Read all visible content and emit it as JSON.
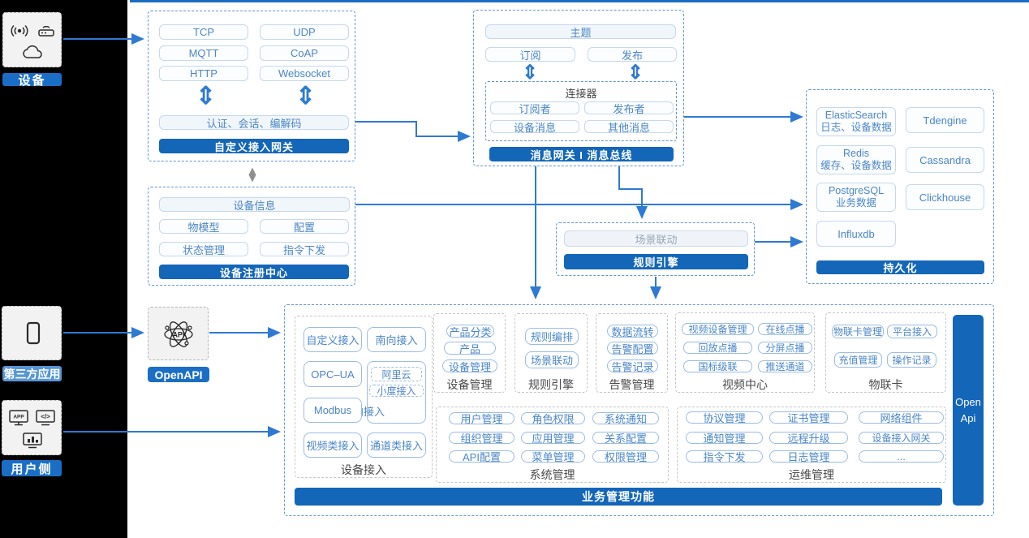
{
  "colors": {
    "accent_blue": "#1366b8",
    "arrow_blue": "#2e7ad2",
    "chip_text_blue": "#4c86c6",
    "light_label_blue": "#5796d6",
    "panel_bg": "#ffffff",
    "rail_bg": "#000000"
  },
  "left_rail": {
    "groups": [
      {
        "label": "设备",
        "icons": [
          "broadcast-icon",
          "router-icon",
          "cloud-icon"
        ]
      },
      {
        "label": "第三方应用",
        "icons": [
          "phone-icon"
        ]
      },
      {
        "label": "用户侧",
        "icons": [
          "app-icon",
          "code-icon",
          "dashboard-icon"
        ]
      }
    ]
  },
  "custom_gateway": {
    "protocols": [
      "TCP",
      "UDP",
      "MQTT",
      "CoAP",
      "HTTP",
      "Websocket"
    ],
    "auth_layer": "认证、会话、编解码",
    "title": "自定义接入网关"
  },
  "device_registry": {
    "device_info": "设备信息",
    "items": [
      "物模型",
      "配置",
      "状态管理",
      "指令下发"
    ],
    "title": "设备注册中心"
  },
  "message_bus": {
    "topic": "主题",
    "subscribe": "订阅",
    "publish": "发布",
    "connector": {
      "title": "连接器",
      "items": [
        "订阅者",
        "发布者",
        "设备消息",
        "其他消息"
      ]
    },
    "title": "消息网关 I 消息总线"
  },
  "persistence": {
    "stores_left": [
      {
        "name": "ElasticSearch",
        "desc": "日志、设备数据"
      },
      {
        "name": "Redis",
        "desc": "缓存、设备数据"
      },
      {
        "name": "PostgreSQL",
        "desc": "业务数据"
      },
      {
        "name": "Influxdb",
        "desc": ""
      }
    ],
    "stores_right": [
      "Tdengine",
      "Cassandra",
      "Clickhouse"
    ],
    "title": "持久化"
  },
  "rule_engine": {
    "scene_linkage": "场景联动",
    "title": "规则引擎"
  },
  "open_api": {
    "label": "OpenAPI",
    "icon": "api-atom-icon"
  },
  "business": {
    "title": "业务管理功能",
    "open_api_bar": {
      "line1": "Open",
      "line2": "Api"
    },
    "device_access": {
      "label": "设备接入",
      "row1": [
        "自定义接入",
        "南向接入"
      ],
      "opc": "OPC–UA",
      "modbus": "Modbus",
      "north": {
        "label": "北向接入",
        "items": [
          "阿里云",
          "小度接入"
        ]
      },
      "row4": [
        "视频类接入",
        "通道类接入"
      ]
    },
    "modules": [
      {
        "label": "设备管理",
        "items": [
          "产品分类",
          "产品",
          "设备管理"
        ]
      },
      {
        "label": "规则引擎",
        "items": [
          "规则编排",
          "场景联动"
        ]
      },
      {
        "label": "告警管理",
        "items": [
          "数据流转",
          "告警配置",
          "告警记录"
        ]
      },
      {
        "label": "视频中心",
        "items": [
          "视频设备管理",
          "在线点播",
          "回放点播",
          "分屏点播",
          "国标级联",
          "推送通道"
        ]
      },
      {
        "label": "物联卡",
        "items": [
          "物联卡管理",
          "平台接入",
          "充值管理",
          "操作记录"
        ]
      },
      {
        "label": "系统管理",
        "items": [
          "用户管理",
          "角色权限",
          "系统通知",
          "组织管理",
          "应用管理",
          "关系配置",
          "API配置",
          "菜单管理",
          "权限管理"
        ]
      },
      {
        "label": "运维管理",
        "items": [
          "协议管理",
          "证书管理",
          "网络组件",
          "通知管理",
          "远程升级",
          "设备接入网关",
          "指令下发",
          "日志管理",
          "..."
        ]
      }
    ]
  }
}
